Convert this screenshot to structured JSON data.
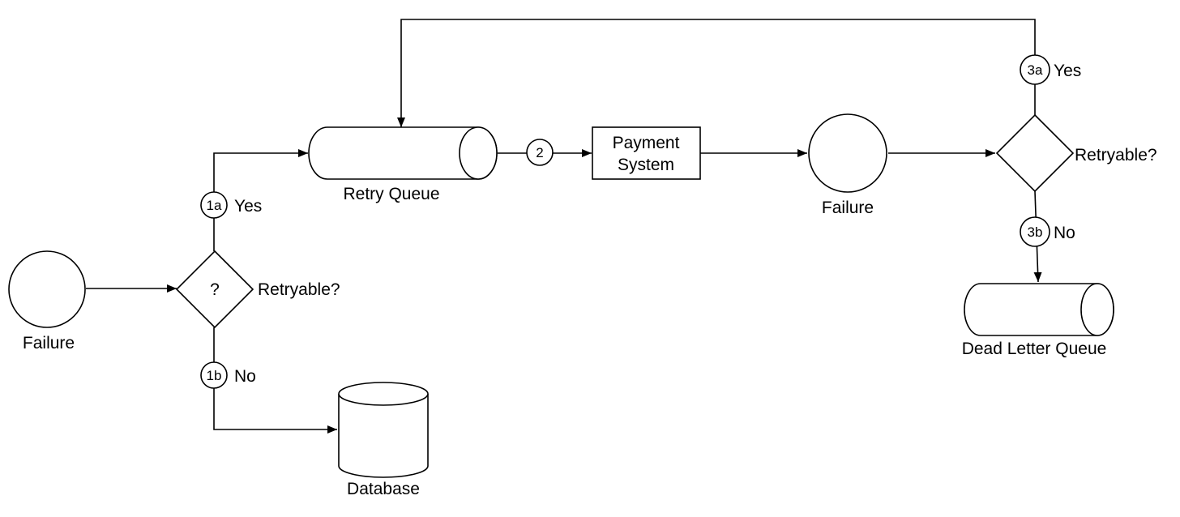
{
  "nodes": {
    "failure_1": {
      "label": "Failure"
    },
    "decision_1": {
      "symbol": "?",
      "label": "Retryable?"
    },
    "retry_queue": {
      "label": "Retry Queue"
    },
    "payment_system": {
      "line1": "Payment",
      "line2": "System"
    },
    "failure_2": {
      "label": "Failure"
    },
    "decision_2": {
      "label": "Retryable?"
    },
    "dead_letter_queue": {
      "label": "Dead Letter Queue"
    },
    "database": {
      "label": "Database"
    }
  },
  "edges": {
    "e1a": {
      "badge": "1a",
      "label": "Yes"
    },
    "e1b": {
      "badge": "1b",
      "label": "No"
    },
    "e2": {
      "badge": "2"
    },
    "e3a": {
      "badge": "3a",
      "label": "Yes"
    },
    "e3b": {
      "badge": "3b",
      "label": "No"
    }
  }
}
